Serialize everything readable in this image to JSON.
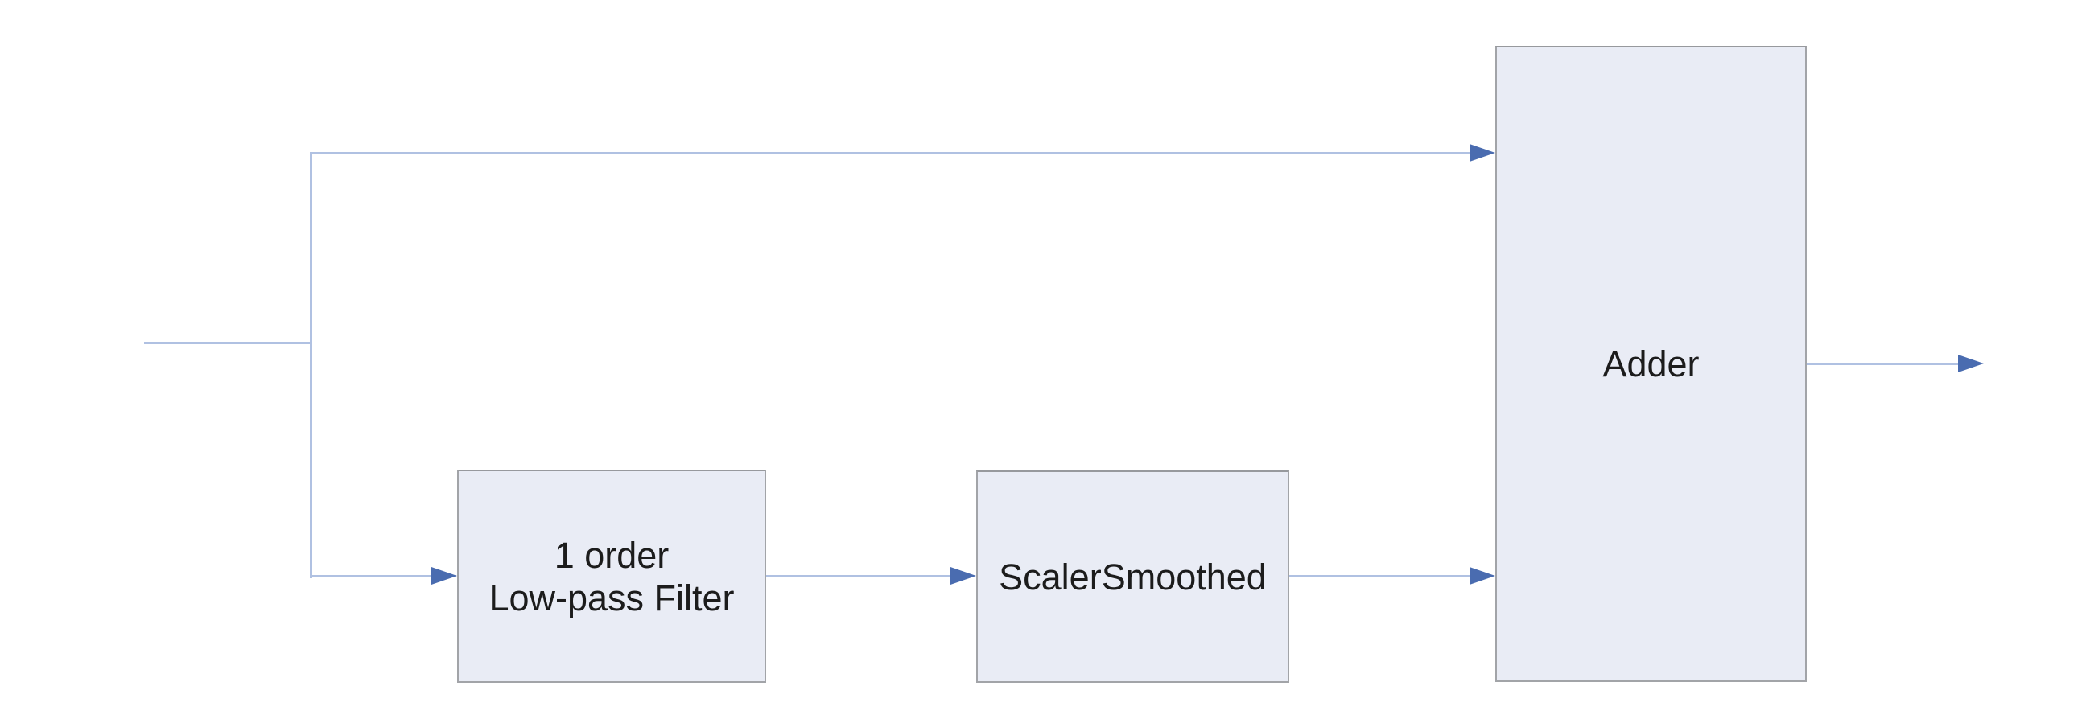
{
  "diagram": {
    "type": "block-diagram",
    "nodes": [
      {
        "id": "lowpass-filter",
        "label": "1 order\nLow-pass Filter"
      },
      {
        "id": "scaler-smoothed",
        "label": "ScalerSmoothed"
      },
      {
        "id": "adder",
        "label": "Adder"
      }
    ],
    "edges": [
      {
        "from": "input",
        "to": "adder",
        "route": "top branch, direct"
      },
      {
        "from": "input",
        "to": "lowpass-filter",
        "route": "bottom branch"
      },
      {
        "from": "lowpass-filter",
        "to": "scaler-smoothed",
        "route": "horizontal"
      },
      {
        "from": "scaler-smoothed",
        "to": "adder",
        "route": "horizontal"
      },
      {
        "from": "adder",
        "to": "output",
        "route": "horizontal"
      }
    ],
    "colors": {
      "background": "#ffffff",
      "node-fill": "#e9ecf5",
      "node-border": "#a2a4a8",
      "connector": "#b0c1e2",
      "arrowhead": "#4a6cb0",
      "label-text": "#1c1c1c"
    }
  }
}
